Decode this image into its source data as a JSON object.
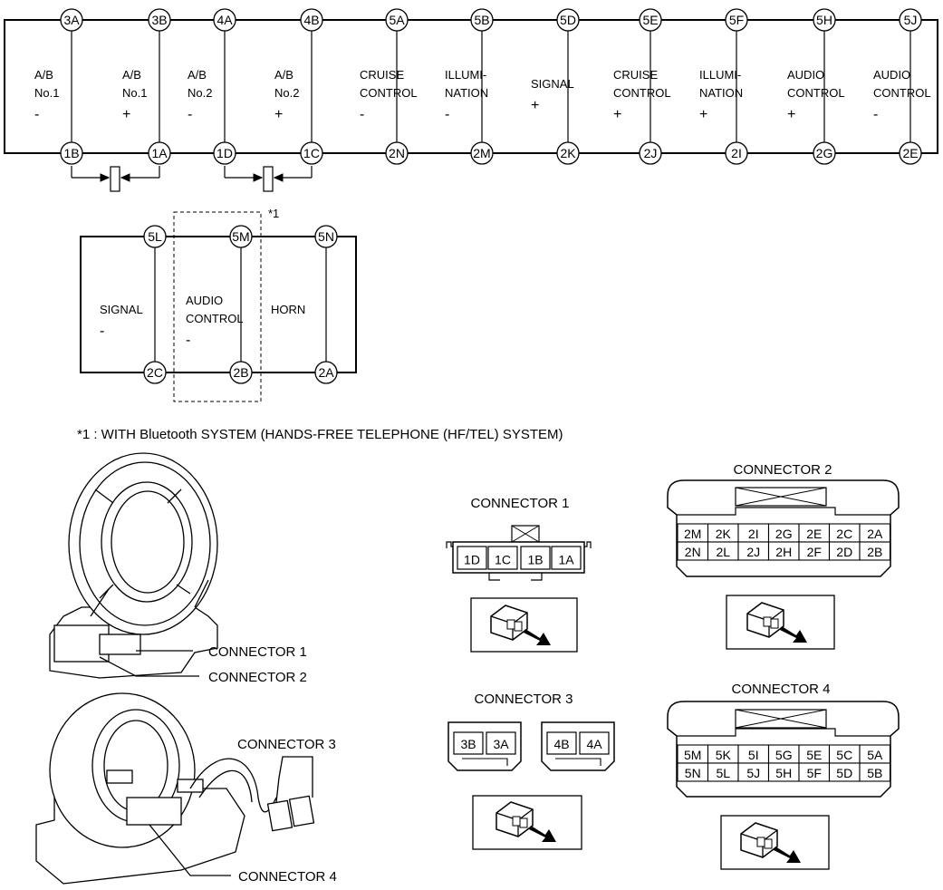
{
  "top_circuit": {
    "pins_top": [
      "3A",
      "3B",
      "4A",
      "4B",
      "5A",
      "5B",
      "5D",
      "5E",
      "5F",
      "5H",
      "5J"
    ],
    "pins_bottom": [
      "1B",
      "1A",
      "1D",
      "1C",
      "2N",
      "2M",
      "2K",
      "2J",
      "2I",
      "2G",
      "2E"
    ],
    "labels": [
      {
        "lines": [
          "A/B",
          "No.1"
        ],
        "sign": "-"
      },
      {
        "lines": [
          "A/B",
          "No.1"
        ],
        "sign": "+"
      },
      {
        "lines": [
          "A/B",
          "No.2"
        ],
        "sign": "-"
      },
      {
        "lines": [
          "A/B",
          "No.2"
        ],
        "sign": "+"
      },
      {
        "lines": [
          "CRUISE",
          "CONTROL"
        ],
        "sign": "-"
      },
      {
        "lines": [
          "ILLUMI-",
          "NATION"
        ],
        "sign": "-"
      },
      {
        "lines": [
          "SIGNAL"
        ],
        "sign": "+"
      },
      {
        "lines": [
          "CRUISE",
          "CONTROL"
        ],
        "sign": "+"
      },
      {
        "lines": [
          "ILLUMI-",
          "NATION"
        ],
        "sign": "+"
      },
      {
        "lines": [
          "AUDIO",
          "CONTROL"
        ],
        "sign": "+"
      },
      {
        "lines": [
          "AUDIO",
          "CONTROL"
        ],
        "sign": "-"
      }
    ]
  },
  "second_circuit": {
    "pins_top": [
      "5L",
      "5M",
      "5N"
    ],
    "pins_bottom": [
      "2C",
      "2B",
      "2A"
    ],
    "labels": [
      {
        "lines": [
          "SIGNAL"
        ],
        "sign": "-"
      },
      {
        "lines": [
          "AUDIO",
          "CONTROL"
        ],
        "sign": "-"
      },
      {
        "lines": [
          "HORN"
        ],
        "sign": ""
      }
    ],
    "note_marker": "*1"
  },
  "footnote": "*1 : WITH Bluetooth SYSTEM (HANDS-FREE TELEPHONE (HF/TEL) SYSTEM)",
  "callouts": {
    "connector_1": "CONNECTOR 1",
    "connector_2": "CONNECTOR 2",
    "connector_3": "CONNECTOR 3",
    "connector_4": "CONNECTOR 4"
  },
  "connectors": {
    "c1": {
      "title": "CONNECTOR 1",
      "cells": [
        "1D",
        "1C",
        "1B",
        "1A"
      ]
    },
    "c2": {
      "title": "CONNECTOR 2",
      "row1": [
        "2M",
        "2K",
        "2I",
        "2G",
        "2E",
        "2C",
        "2A"
      ],
      "row2": [
        "2N",
        "2L",
        "2J",
        "2H",
        "2F",
        "2D",
        "2B"
      ]
    },
    "c3": {
      "title": "CONNECTOR 3",
      "left": [
        "3B",
        "3A"
      ],
      "right": [
        "4B",
        "4A"
      ]
    },
    "c4": {
      "title": "CONNECTOR 4",
      "row1": [
        "5M",
        "5K",
        "5I",
        "5G",
        "5E",
        "5C",
        "5A"
      ],
      "row2": [
        "5N",
        "5L",
        "5J",
        "5H",
        "5F",
        "5D",
        "5B"
      ]
    }
  }
}
